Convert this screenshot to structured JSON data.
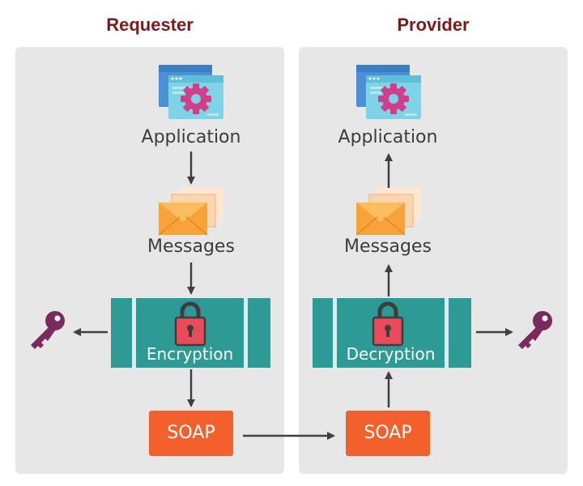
{
  "columns": {
    "left": {
      "title": "Requester",
      "application": "Application",
      "messages": "Messages",
      "crypto": "Encryption",
      "soap": "SOAP"
    },
    "right": {
      "title": "Provider",
      "application": "Application",
      "messages": "Messages",
      "crypto": "Decryption",
      "soap": "SOAP"
    }
  },
  "icons": {
    "application": "application-gear-icon",
    "messages": "envelope-stack-icon",
    "crypto": "padlock-icon",
    "key": "key-icon"
  },
  "colors": {
    "title": "#7b1b1b",
    "panel": "#e7e7e8",
    "crypto_box": "#2e9a96",
    "soap_box": "#f4602c",
    "key": "#7a2a5e",
    "lock": "#e84b5a",
    "arrow": "#404040"
  }
}
